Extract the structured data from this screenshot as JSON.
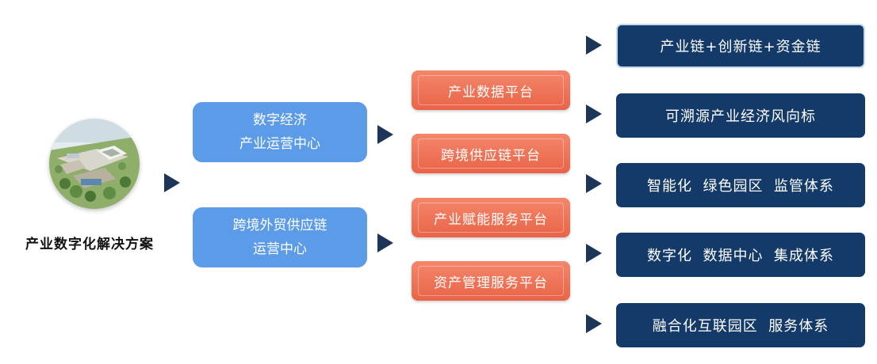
{
  "main_title": "产业数字化解决方案",
  "operation_centers": [
    {
      "line1": "数字经济",
      "line2": "产业运营中心"
    },
    {
      "line1": "跨境外贸供应链",
      "line2": "运营中心"
    }
  ],
  "platforms": [
    "产业数据平台",
    "跨境供应链平台",
    "产业赋能服务平台",
    "资产管理服务平台"
  ],
  "systems": [
    "产业链+创新链+资金链",
    "可溯源产业经济风向标",
    "智能化  绿色园区  监管体系",
    "数字化  数据中心  集成体系",
    "融合化互联园区  服务体系"
  ],
  "colors": {
    "arrow": "#1d3557",
    "blue_box": "#5b9be8",
    "salmon_box": "#ee7457",
    "navy_box": "#133a68"
  }
}
